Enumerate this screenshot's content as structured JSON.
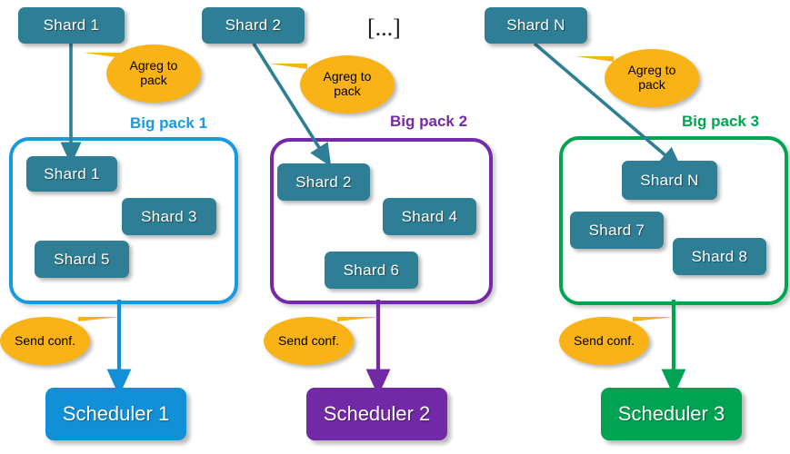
{
  "diagram": {
    "ellipsis_label": "[...]",
    "colors": {
      "shard_fill": "#2e7f96",
      "pack1_stroke": "#1a9ade",
      "pack2_stroke": "#7429a8",
      "pack3_stroke": "#00a54f",
      "scheduler1_fill": "#1190d8",
      "scheduler2_fill": "#7129a5",
      "scheduler3_fill": "#00a352",
      "callout_fill": "#f9b316",
      "arrow_teal": "#2e7f96"
    },
    "top_shards": [
      {
        "label": "Shard 1"
      },
      {
        "label": "Shard 2"
      },
      {
        "label": "Shard N"
      }
    ],
    "agreg_callouts": [
      {
        "line1": "Agreg to",
        "line2": "pack"
      },
      {
        "line1": "Agreg to",
        "line2": "pack"
      },
      {
        "line1": "Agreg to",
        "line2": "pack"
      }
    ],
    "packs": [
      {
        "title": "Big pack 1",
        "shards": [
          {
            "label": "Shard 1"
          },
          {
            "label": "Shard 3"
          },
          {
            "label": "Shard 5"
          }
        ]
      },
      {
        "title": "Big pack 2",
        "shards": [
          {
            "label": "Shard 2"
          },
          {
            "label": "Shard 4"
          },
          {
            "label": "Shard 6"
          }
        ]
      },
      {
        "title": "Big pack 3",
        "shards": [
          {
            "label": "Shard N"
          },
          {
            "label": "Shard 7"
          },
          {
            "label": "Shard 8"
          }
        ]
      }
    ],
    "send_callouts": [
      {
        "label": "Send conf."
      },
      {
        "label": "Send conf."
      },
      {
        "label": "Send conf."
      }
    ],
    "schedulers": [
      {
        "label": "Scheduler 1"
      },
      {
        "label": "Scheduler 2"
      },
      {
        "label": "Scheduler 3"
      }
    ]
  }
}
